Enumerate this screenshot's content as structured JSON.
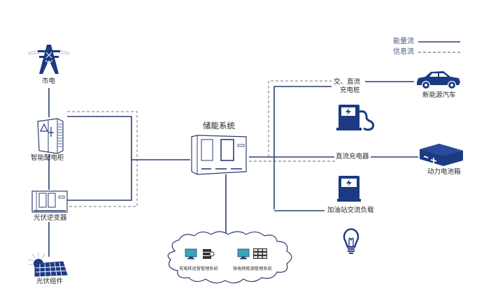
{
  "diagram": {
    "colors": {
      "energy_line": "#2b3f6e",
      "info_line": "#8a8a8a",
      "icon_fill": "#1c3a82",
      "monitor": "#3aa5b8"
    },
    "legend": {
      "energy_flow": "能量流",
      "info_flow": "信息流"
    },
    "nodes": {
      "grid": "市电",
      "smart_cabinet": "智能配电柜",
      "pv_inverter": "光伏逆变器",
      "pv_module": "光伏组件",
      "storage": "储能系统",
      "ac_dc_charger": "交、直流\n充电桩",
      "ac_dc_charger_line1": "交、直流",
      "ac_dc_charger_line2": "充电桩",
      "ev": "新能源汽车",
      "dc_charger": "直流充电器",
      "battery_box": "动力电池箱",
      "gas_station_load": "加油站交流负载"
    },
    "cloud": {
      "system_1": "充电桩运营管理系统",
      "system_2": "微电网能源管理系统"
    }
  }
}
